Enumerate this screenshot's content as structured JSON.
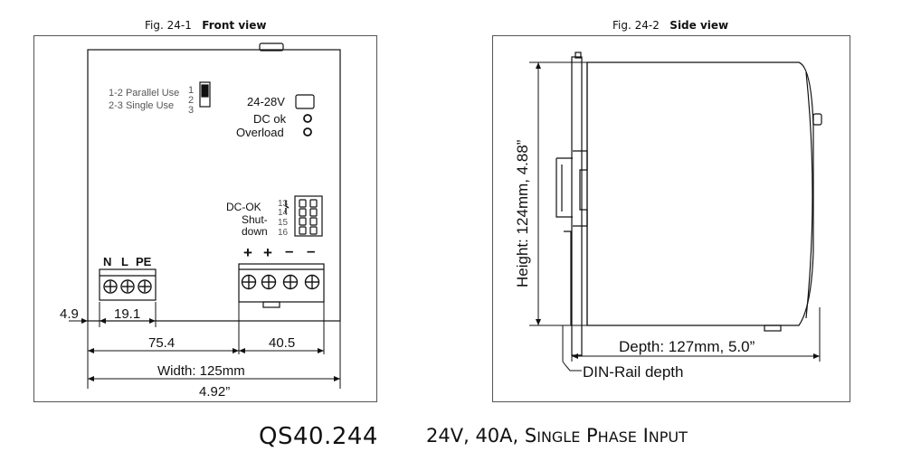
{
  "front": {
    "fig_number": "Fig. 24-1",
    "fig_title": "Front view",
    "switch_labels": [
      "1-2 Parallel Use",
      "2-3 Single Use"
    ],
    "switch_numbers": [
      "1",
      "2",
      "3"
    ],
    "voltage_label": "24-28V",
    "led_labels": [
      "DC ok",
      "Overload"
    ],
    "dcok_label": "DC-OK",
    "shutdown_label_1": "Shut-",
    "shutdown_label_2": "down",
    "pin_numbers": [
      "13",
      "14",
      "15",
      "16"
    ],
    "input_terminal_labels": [
      "N",
      "L",
      "PE"
    ],
    "output_polarity": [
      "+",
      "+",
      "–",
      "–"
    ],
    "dim_4_9": "4.9",
    "dim_19_1": "19.1",
    "dim_75_4": "75.4",
    "dim_40_5": "40.5",
    "width_label": "Width: 125mm",
    "width_inch": "4.92”"
  },
  "side": {
    "fig_number": "Fig. 24-2",
    "fig_title": "Side view",
    "height_label": "Height: 124mm,  4.88”",
    "depth_label": "Depth: 127mm,  5.0”",
    "din_label": "DIN-Rail depth"
  },
  "footer": {
    "model": "QS40.244",
    "description_prefix": "24V, 40A, S",
    "description_sc1": "INGLE",
    "description_mid": " P",
    "description_sc2": "HASE",
    "description_mid2": " I",
    "description_sc3": "NPUT"
  }
}
